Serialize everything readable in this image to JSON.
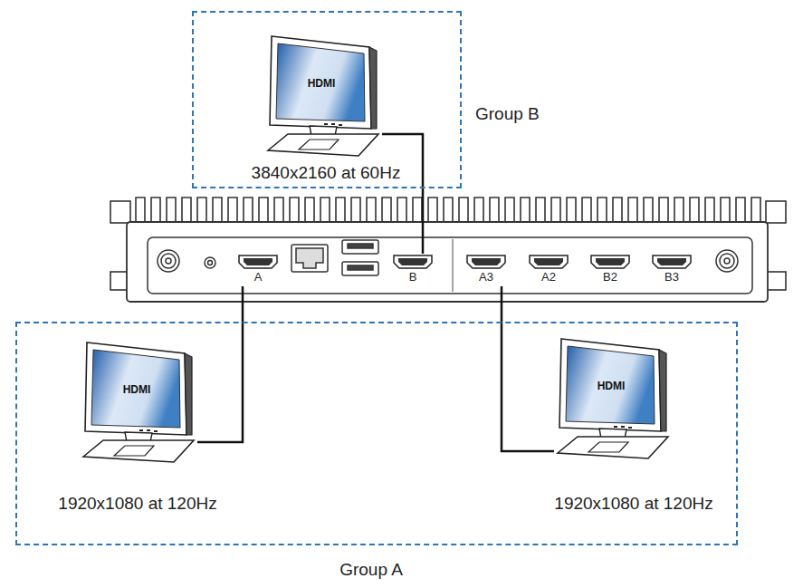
{
  "diagram": {
    "nodes": [
      {
        "text": [
          "Group B"
        ]
      },
      {
        "text": [
          "HDMI",
          "3840x2160 at 60Hz"
        ],
        "in": 0
      },
      {
        "text": [
          "A"
        ]
      },
      {
        "text": [
          "B"
        ]
      },
      {
        "text": [
          "A3"
        ]
      },
      {
        "text": [
          "A2"
        ]
      },
      {
        "text": [
          "B2"
        ]
      },
      {
        "text": [
          "B3"
        ]
      },
      {
        "text": [
          "Group A"
        ]
      },
      {
        "text": [
          "HDMI",
          "1920x1080 at 120Hz"
        ],
        "in": 8
      },
      {
        "text": [
          "HDMI",
          "1920x1080 at 120Hz"
        ],
        "in": 8
      }
    ],
    "edges": [
      {
        "from": 1,
        "to": 3,
        "arrow": "none"
      },
      {
        "from": 2,
        "to": 9,
        "arrow": "none"
      },
      {
        "from": 4,
        "to": 10,
        "arrow": "none"
      }
    ]
  }
}
